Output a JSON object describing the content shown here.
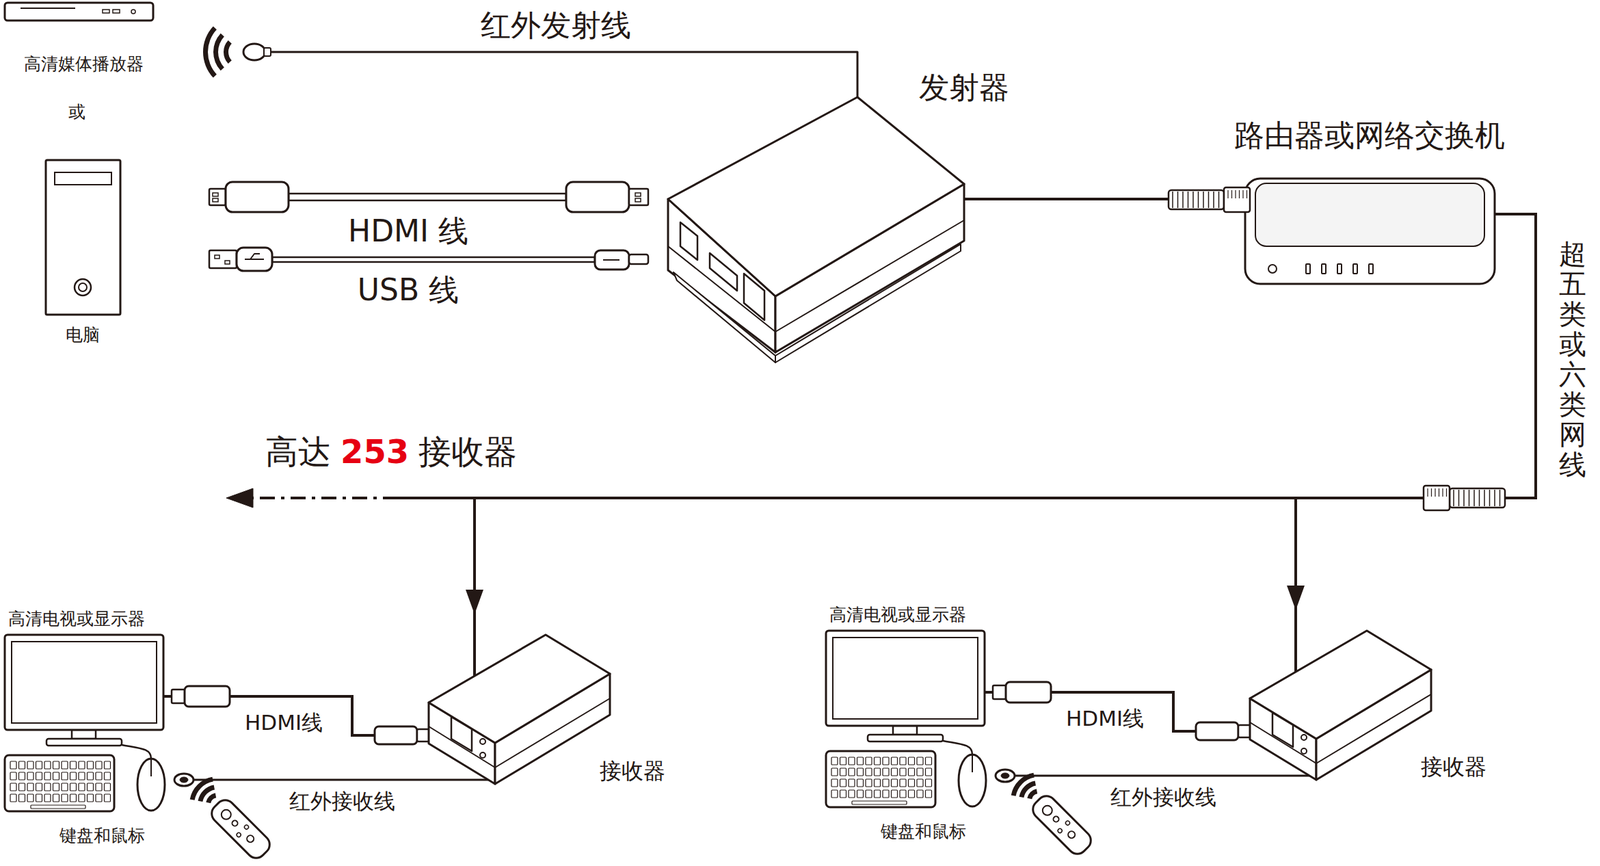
{
  "diagram": {
    "nodes": [
      {
        "text": [
          "高清媒体播放器"
        ]
      },
      {
        "text": [
          "电脑"
        ]
      },
      {
        "text": [
          "发射器"
        ]
      },
      {
        "text": [
          "路由器或网络交换机"
        ]
      },
      {
        "text": [
          "高清电视或显示器"
        ]
      },
      {
        "text": [
          "接收器"
        ]
      },
      {
        "text": [
          "键盘和鼠标"
        ]
      },
      {
        "text": [
          "高清电视或显示器"
        ]
      },
      {
        "text": [
          "接收器"
        ]
      },
      {
        "text": [
          "键盘和鼠标"
        ]
      }
    ],
    "edges": [
      {
        "from": 2,
        "to": 3,
        "arrow": "none"
      },
      {
        "from": 3,
        "to": 5,
        "arrow": "to"
      },
      {
        "from": 3,
        "to": 8,
        "arrow": "to",
        "label": "超五类或六类网线"
      },
      {
        "from": 5,
        "to": 4,
        "arrow": "none",
        "label": "HDMI线"
      },
      {
        "from": 8,
        "to": 7,
        "arrow": "none",
        "label": "HDMI线"
      }
    ],
    "labels": [
      "红外发射线",
      "或",
      "HDMI 线",
      "USB 线",
      "高达",
      "253",
      "接收器",
      "红外接收线",
      "红外接收线"
    ]
  }
}
